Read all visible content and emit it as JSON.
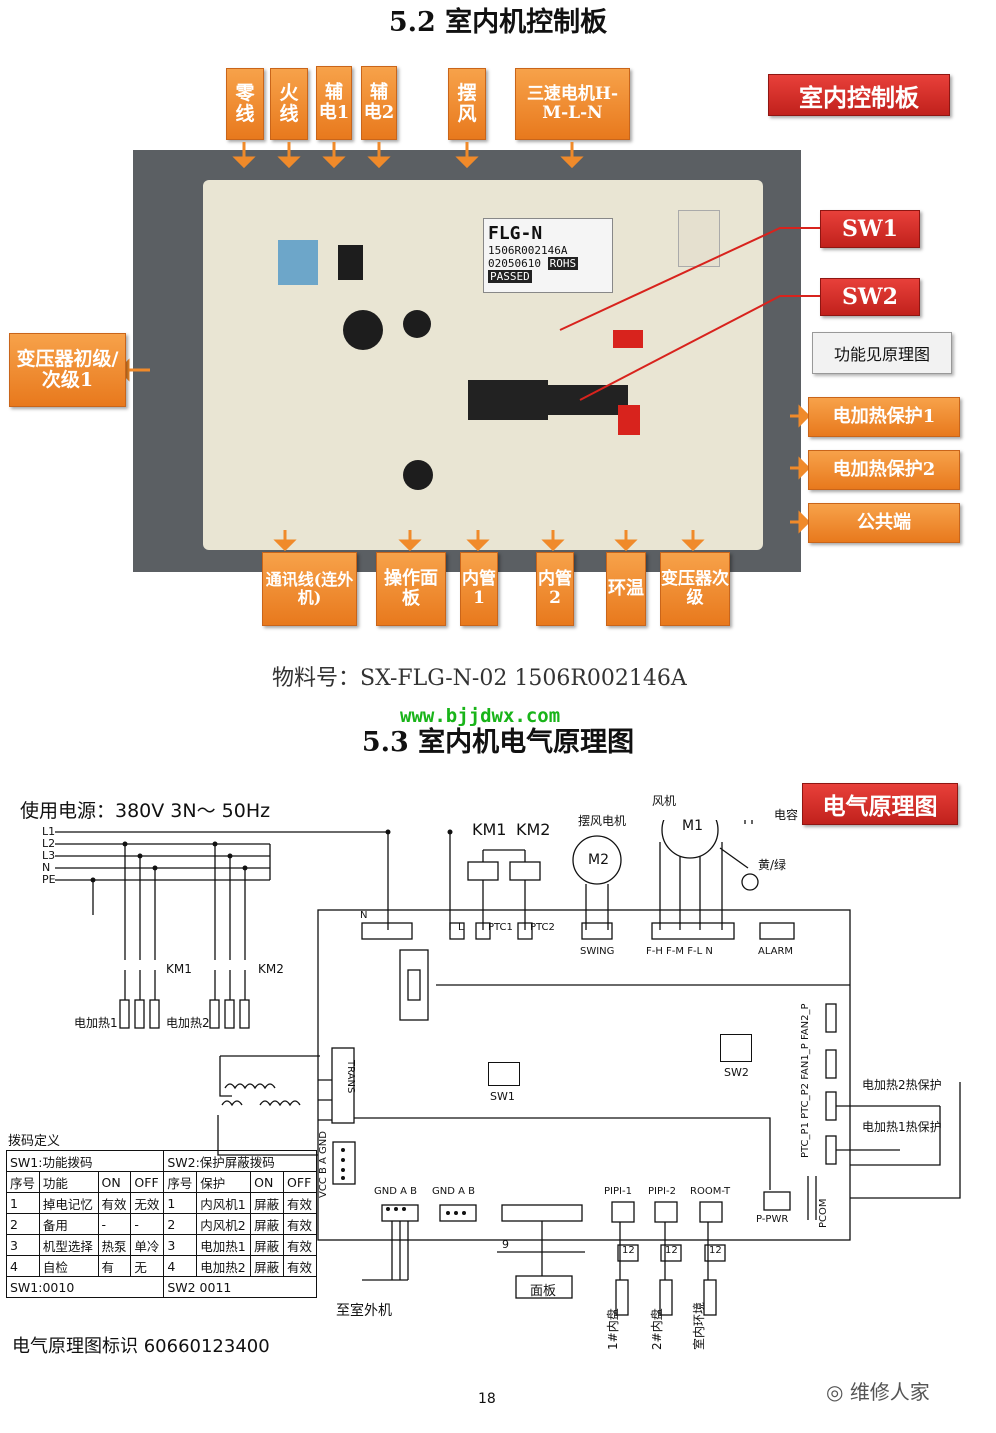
{
  "section_5_2": {
    "title": "5.2 室内机控制板",
    "badge": "室内控制板",
    "top_labels": [
      "零线",
      "火线",
      "辅电1",
      "辅电2",
      "摆风",
      "三速电机H-M-L-N"
    ],
    "left_label": "变压器初级/次级1",
    "right_red": [
      "SW1",
      "SW2"
    ],
    "right_gray": "功能见原理图",
    "right_orange": [
      "电加热保护1",
      "电加热保护2",
      "公共端"
    ],
    "bottom_labels": [
      "通讯线(连外机)",
      "操作面板",
      "内管1",
      "内管2",
      "环温",
      "变压器次级"
    ],
    "pcb_text": [
      "FLG-N",
      "1506R002146A",
      "ROHS",
      "02050610",
      "PASSED"
    ],
    "material_line": "物料号：SX-FLG-N-02  1506R002146A"
  },
  "watermark": "www.bjjdwx.com",
  "section_5_3": {
    "title": "5.3 室内机电气原理图",
    "badge": "电气原理图",
    "power": "使用电源：380V 3N～ 50Hz",
    "lines": [
      "L1",
      "L2",
      "L3",
      "N",
      "PE"
    ],
    "km": [
      "KM1",
      "KM2"
    ],
    "swing_motor": "摆风电机",
    "m2": "M2",
    "fan": "风机",
    "m1": "M1",
    "cap": "电容",
    "ground": "黄/绿",
    "board_terms": [
      "N",
      "L",
      "PTC1",
      "PTC2",
      "SWING",
      "F-H F-M F-L N",
      "ALARM"
    ],
    "heaters": [
      "电加热1",
      "电加热2"
    ],
    "trans": "TRANS",
    "sw1": "SW1",
    "sw2": "SW2",
    "right_vert": "PTC_P1 PTC_P2 FAN1_P FAN2_P",
    "protect": [
      "电加热2热保护",
      "电加热1热保护"
    ],
    "pcom": "PCOM",
    "ppwr": "P-PWR",
    "vcc": "VCC B A GND",
    "gnd1": "GND A B",
    "gnd2": "GND A B",
    "pipe": [
      "PIPI-1",
      "PIPI-2",
      "ROOM-T"
    ],
    "r12": "12",
    "nine": "9",
    "panel": "面板",
    "outdoor": "至室外机",
    "sensors": [
      "1#内盘",
      "2#内盘",
      "室内环境"
    ],
    "table": {
      "caption": "拨码定义",
      "h1": "SW1:功能拨码",
      "h2": "SW2:保护屏蔽拨码",
      "cols": [
        "序号",
        "功能",
        "ON",
        "OFF",
        "序号",
        "保护",
        "ON",
        "OFF"
      ],
      "rows": [
        [
          "1",
          "掉电记忆",
          "有效",
          "无效",
          "1",
          "内风机1",
          "屏蔽",
          "有效"
        ],
        [
          "2",
          "备用",
          "-",
          "-",
          "2",
          "内风机2",
          "屏蔽",
          "有效"
        ],
        [
          "3",
          "机型选择",
          "热泵",
          "单冷",
          "3",
          "电加热1",
          "屏蔽",
          "有效"
        ],
        [
          "4",
          "自检",
          "有",
          "无",
          "4",
          "电加热2",
          "屏蔽",
          "有效"
        ]
      ],
      "foot1": "SW1:0010",
      "foot2": "SW2 0011"
    },
    "id_line": "电气原理图标识 60660123400"
  },
  "page_number": "18",
  "logo_text": "维修人家"
}
